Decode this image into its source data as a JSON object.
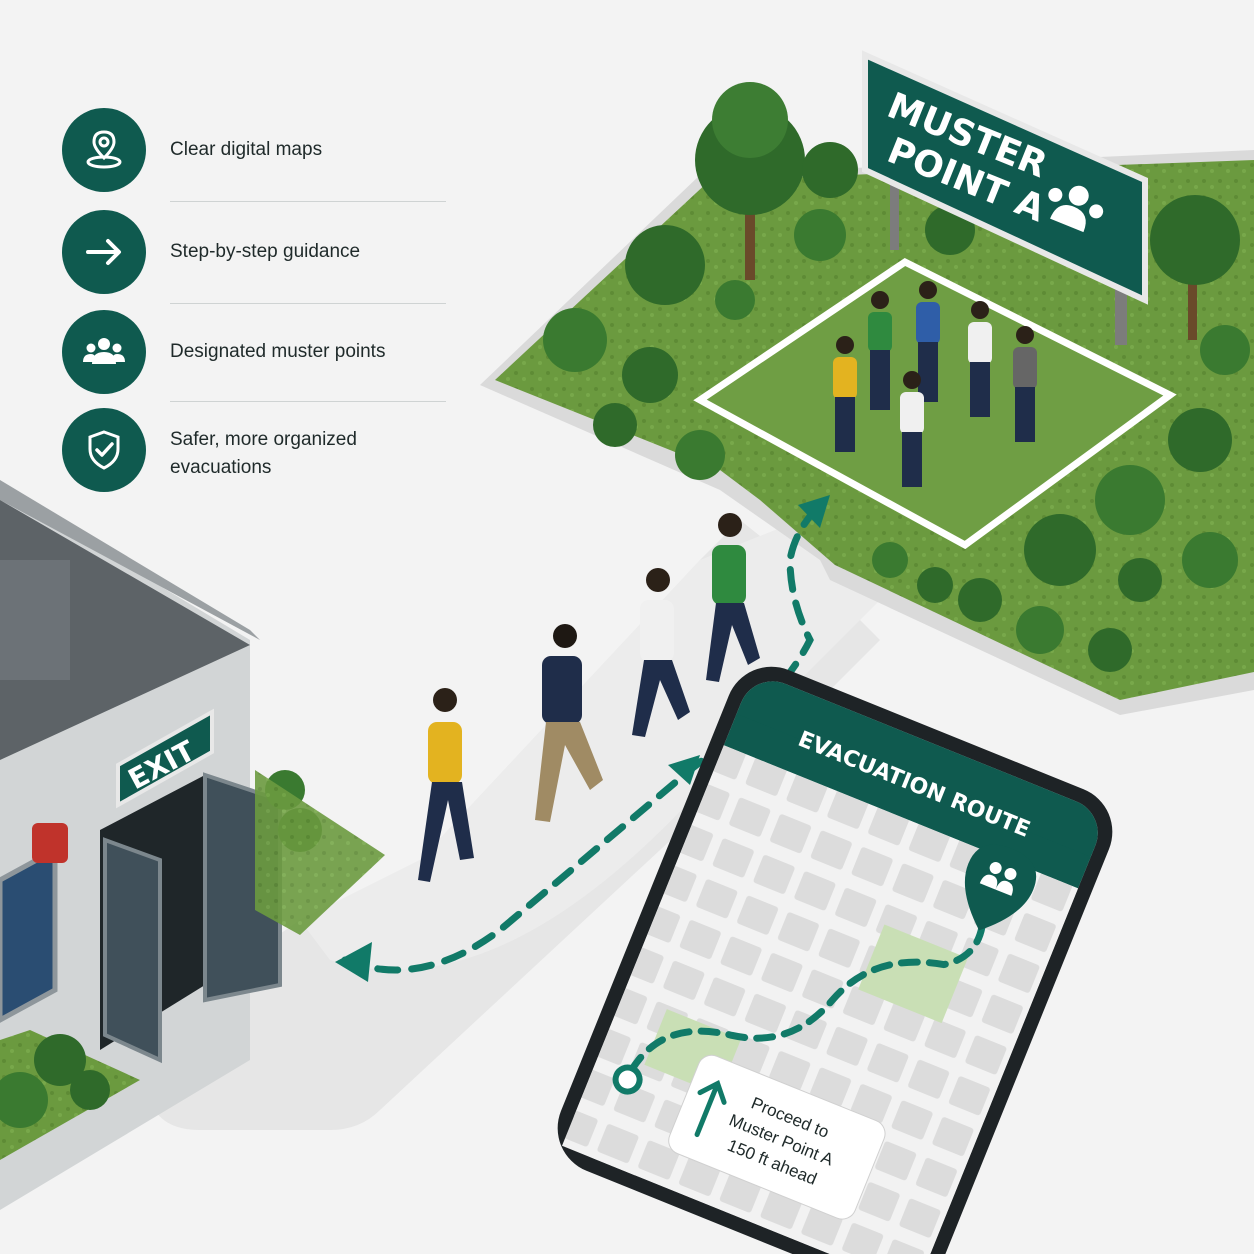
{
  "features": [
    {
      "icon": "map-pin-icon",
      "label": "Clear digital maps"
    },
    {
      "icon": "arrow-right-icon",
      "label": "Step-by-step guidance"
    },
    {
      "icon": "group-icon",
      "label": "Designated muster points"
    },
    {
      "icon": "shield-check-icon",
      "label": "Safer, more organized evacuations"
    }
  ],
  "sign": {
    "line1": "MUSTER",
    "line2": "POINT A"
  },
  "exit_sign": "EXIT",
  "phone": {
    "header": "EVACUATION ROUTE",
    "instruction_line1": "Proceed to",
    "instruction_line2": "Muster Point A",
    "instruction_line3": "150 ft ahead"
  },
  "colors": {
    "brand": "#0f5a4f",
    "accent": "#117a68",
    "grass": "#5f8f3a"
  }
}
